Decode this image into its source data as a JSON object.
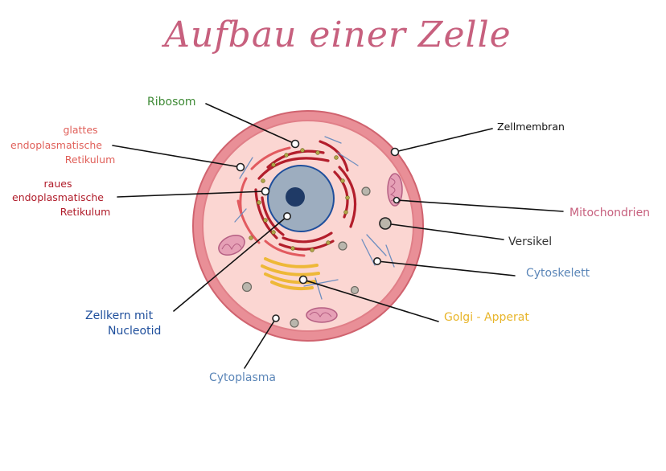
{
  "title": "Aufbau einer Zelle",
  "labels": {
    "ribosom": "Ribosom",
    "glattes_er": [
      "glattes",
      "endoplasmatische",
      "Retikulum"
    ],
    "raues_er": [
      "raues",
      "endoplasmatische",
      "Retikulum"
    ],
    "zellkern": [
      "Zellkern mit",
      "Nucleotid"
    ],
    "zellmembran": "Zellmembran",
    "mitochondrien": "Mitochondrien",
    "vesikel": "Versikel",
    "cytoskelett": "Cytoskelett",
    "golgi": "Golgi - Apperat",
    "cytoplasma": "Cytoplasma"
  },
  "colors": {
    "title": "#c7607e",
    "ribosom": "#3e8a35",
    "glattes_er": "#e0605a",
    "raues_er": "#b01c2a",
    "zellkern": "#1f4f9c",
    "zellmembran": "#111111",
    "mitochondrien": "#c7607e",
    "vesikel": "#333333",
    "cytoskelett": "#5b86b8",
    "golgi": "#e8b52a",
    "cytoplasma": "#5b86b8"
  }
}
